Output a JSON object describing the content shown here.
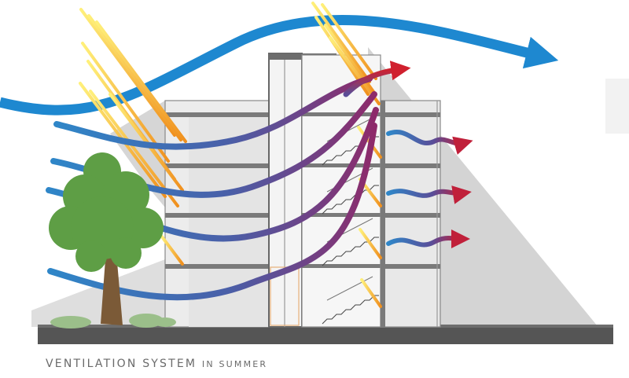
{
  "caption": {
    "part1": "VENTILATION SYSTEM",
    "part2": "IN SUMMER"
  },
  "colors": {
    "wind": "#1e88d0",
    "airflow_cool": "#2f7fc0",
    "airflow_warm": "#c0203a",
    "sun_ray_light": "#fff07a",
    "sun_ray_dark": "#f0901e",
    "shadow": "#cfcfcf",
    "ground": "#555555",
    "tree_canopy": "#5e9e45",
    "tree_trunk": "#7b5a37",
    "caption_text": "#6a6a6a"
  },
  "icons": [
    "sun-rays",
    "wind-arrow",
    "airflow-arrows",
    "tree",
    "staircase",
    "building-section"
  ]
}
